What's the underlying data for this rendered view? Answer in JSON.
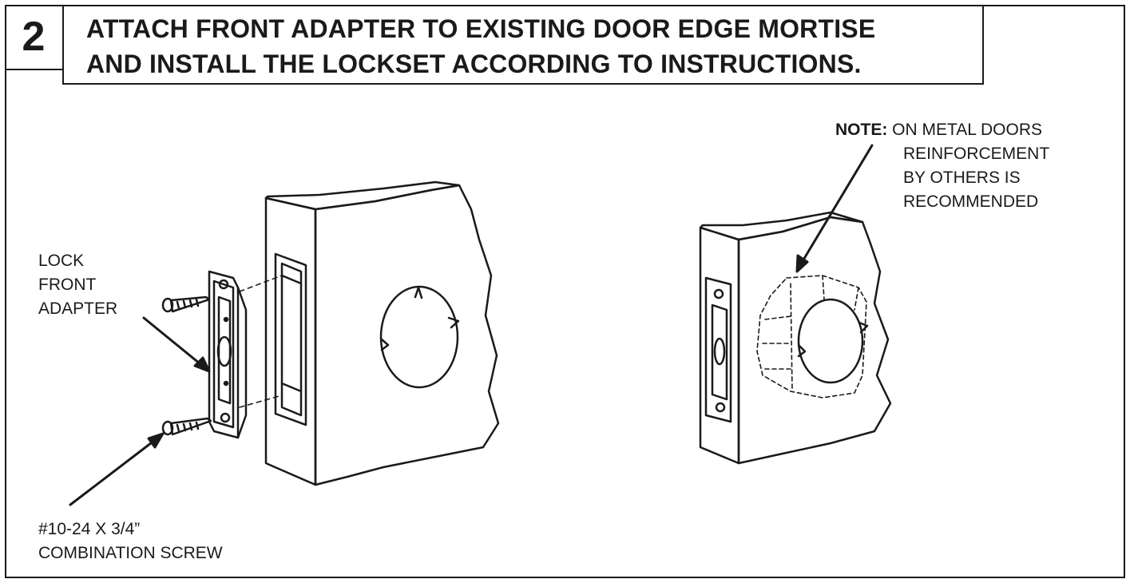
{
  "step": {
    "number": "2",
    "title_lines": [
      "ATTACH FRONT ADAPTER TO EXISTING DOOR EDGE MORTISE",
      "AND INSTALL THE LOCKSET ACCORDING TO INSTRUCTIONS."
    ]
  },
  "labels": {
    "adapter_lines": [
      "LOCK",
      "FRONT",
      "ADAPTER"
    ],
    "screw_lines": [
      "#10-24 X 3/4”",
      "COMBINATION SCREW"
    ]
  },
  "note": {
    "prefix": "NOTE:",
    "first_line": "ON METAL DOORS",
    "lines": [
      "REINFORCEMENT",
      "BY OTHERS IS",
      "RECOMMENDED"
    ]
  },
  "colors": {
    "ink": "#1a1a1a",
    "paper": "#ffffff"
  }
}
